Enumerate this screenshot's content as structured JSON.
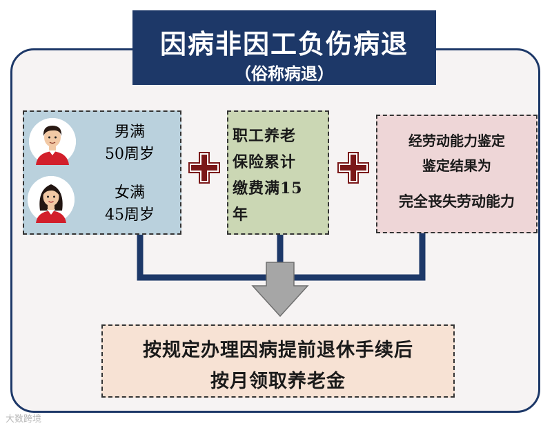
{
  "title": {
    "main": "因病非因工负伤病退",
    "sub": "（俗称病退）"
  },
  "conditions": {
    "age": {
      "male_line1": "男满",
      "male_line2": "50周岁",
      "female_line1": "女满",
      "female_line2": "45周岁"
    },
    "contribution": {
      "line1": "职工养老",
      "line2": "保险累计",
      "line3": "缴费满15",
      "line4": "年"
    },
    "assessment": {
      "line1": "经劳动能力鉴定",
      "line2": "鉴定结果为",
      "line3": "完全丧失劳动能力"
    }
  },
  "result": {
    "line1": "按规定办理因病提前退休手续后",
    "line2": "按月领取养老金"
  },
  "watermark": "大数跨境",
  "colors": {
    "navy": "#1d3868",
    "box_age": "#bad1dd",
    "box_contribution": "#cbd7b4",
    "box_assessment": "#eed6d7",
    "box_result": "#f7e2d4",
    "plus_red": "#7a1718",
    "arrow_gray": "#a6a6a6"
  }
}
